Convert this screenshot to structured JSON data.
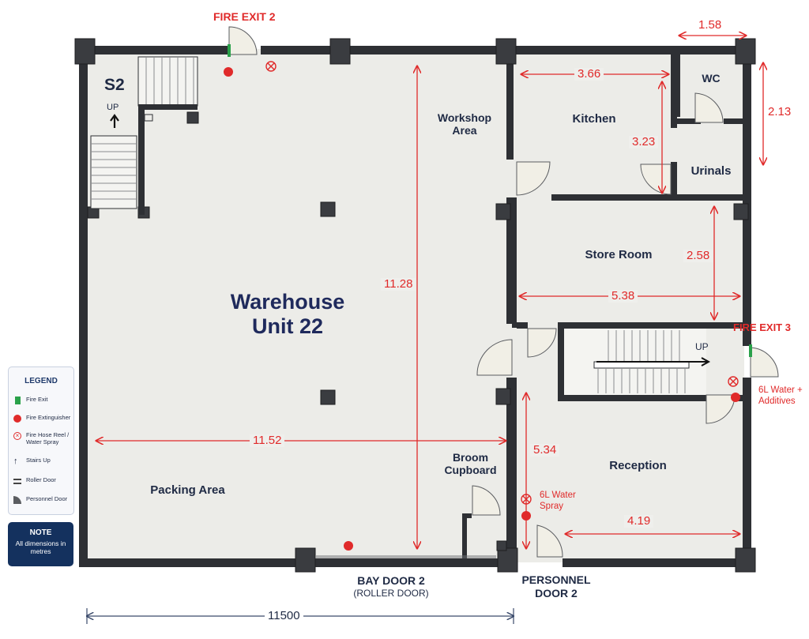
{
  "plan_title": "Warehouse Unit 22",
  "plan_title_line1": "Warehouse",
  "plan_title_line2": "Unit 22",
  "stair_label": "S2",
  "stair_up_left": "UP",
  "stair_up_right": "UP",
  "rooms": {
    "workshop": "Workshop Area",
    "kitchen": "Kitchen",
    "wc": "WC",
    "urinals": "Urinals",
    "store": "Store Room",
    "reception": "Reception",
    "broom": "Broom Cupboard",
    "packing": "Packing Area"
  },
  "dimensions": {
    "kitchen_width": "3.66",
    "wc_width": "1.58",
    "wc_height": "2.13",
    "kitchen_height": "3.23",
    "warehouse_height": "11.28",
    "store_height": "2.58",
    "store_width": "5.38",
    "warehouse_width": "11.52",
    "reception_height": "5.34",
    "reception_width": "4.19",
    "overall_width": "11500"
  },
  "exits": {
    "exit2": "FIRE EXIT 2",
    "exit3": "FIRE EXIT 3"
  },
  "notes": {
    "water_additives": "6L Water + Additives",
    "water_spray": "6L Water Spray"
  },
  "bottom": {
    "bay_door_title": "BAY DOOR 2",
    "bay_door_sub": "(ROLLER DOOR)",
    "personnel_door": "PERSONNEL DOOR 2"
  },
  "legend": {
    "title": "LEGEND",
    "items": [
      {
        "label": "Fire Exit",
        "icon": "fire-exit-icon"
      },
      {
        "label": "Fire Extinguisher",
        "icon": "fire-extinguisher-icon"
      },
      {
        "label": "Fire Hose Reel / Water Spray",
        "icon": "hose-reel-icon"
      },
      {
        "label": "Stairs Up",
        "icon": "arrow-up-icon"
      },
      {
        "label": "Roller Door",
        "icon": "roller-door-icon"
      },
      {
        "label": "Personnel Door",
        "icon": "door-icon"
      }
    ]
  },
  "note": {
    "title": "NOTE",
    "text": "All dimensions in metres"
  },
  "colors": {
    "wall": "#2e3034",
    "floor": "#ecece8",
    "dimension": "#e02a2a",
    "label": "#1f2a44",
    "note_bg": "#14315e",
    "exit_green": "#2aa14a"
  }
}
